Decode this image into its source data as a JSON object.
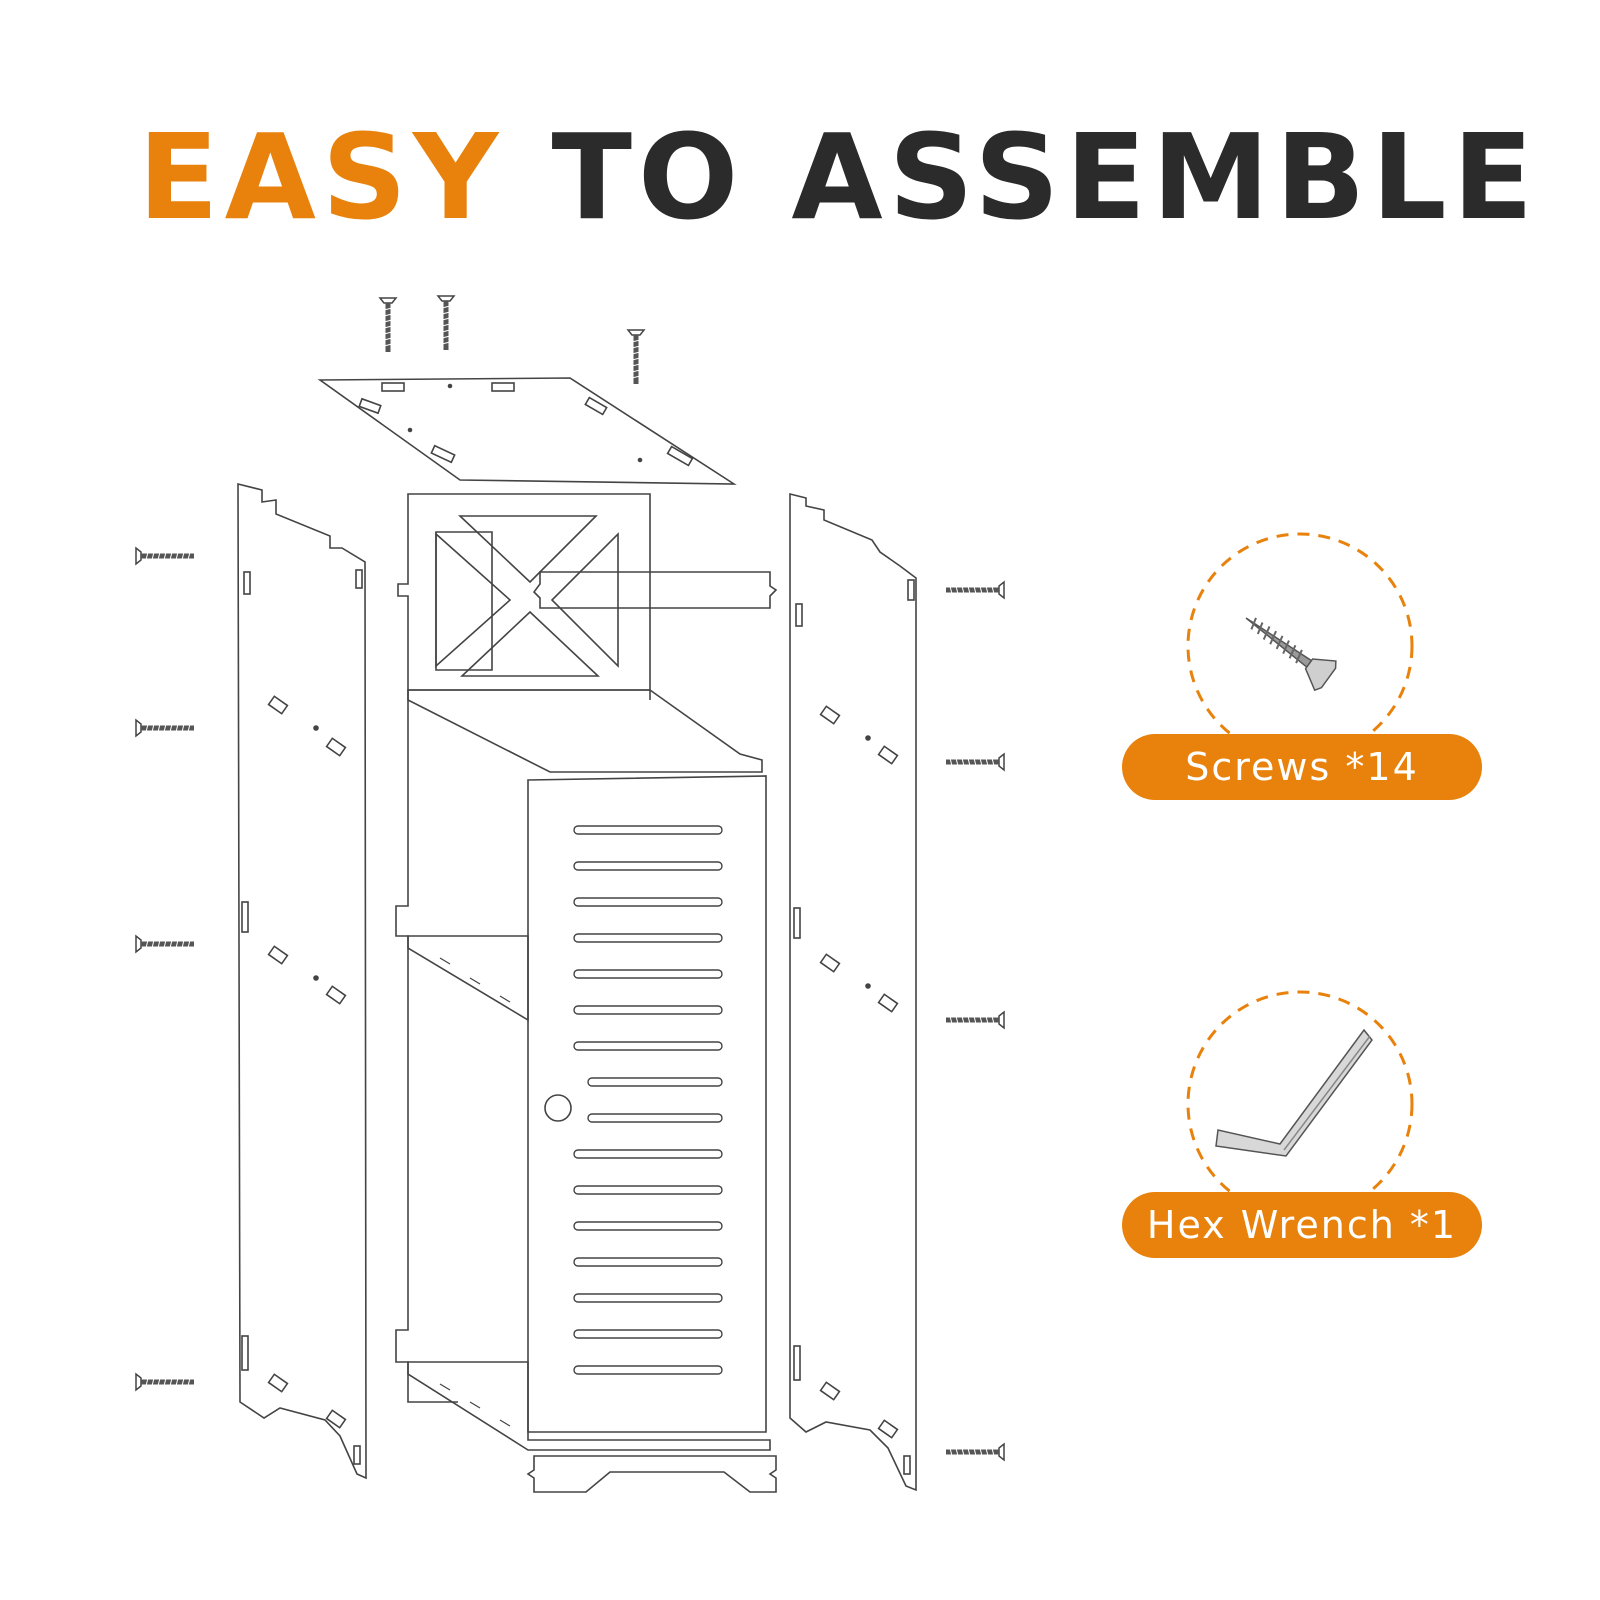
{
  "headline": {
    "accent_word": "EASY",
    "rest": "TO ASSEMBLE"
  },
  "colors": {
    "accent": "#e8820c",
    "dark": "#2b2b2b",
    "line": "#444444"
  },
  "parts": [
    {
      "icon": "screw-icon",
      "label": "Screws *14"
    },
    {
      "icon": "hex-wrench-icon",
      "label": "Hex Wrench *1"
    }
  ]
}
